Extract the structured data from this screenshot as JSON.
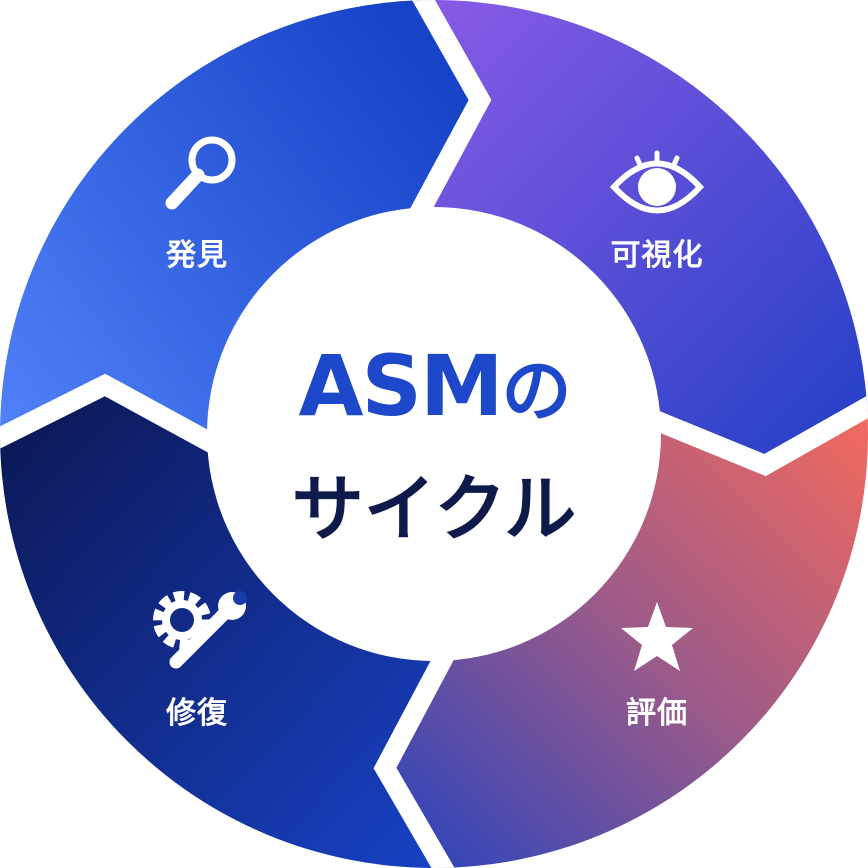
{
  "title": {
    "line1_main": "ASM",
    "line1_suffix": "の",
    "line2": "サイクル"
  },
  "stages": [
    {
      "label": "発見",
      "icon": "magnifier-icon"
    },
    {
      "label": "可視化",
      "icon": "eye-icon"
    },
    {
      "label": "評価",
      "icon": "star-icon"
    },
    {
      "label": "修復",
      "icon": "gear-wrench-icon"
    }
  ],
  "colors": {
    "title_accent": "#1c48c9",
    "title_dark": "#0d1a4a"
  }
}
